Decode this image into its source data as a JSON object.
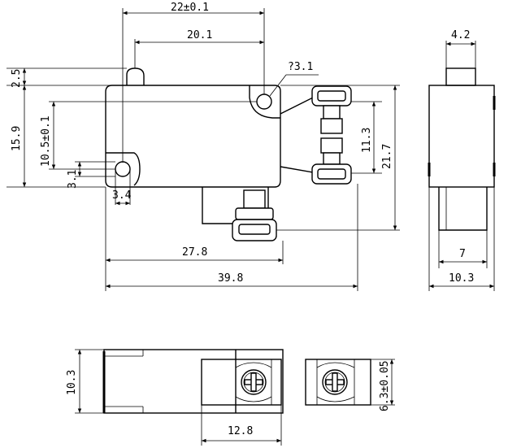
{
  "dimensions": {
    "width_22": "22±0.1",
    "width_20_1": "20.1",
    "hole_dia": "?3.1",
    "dim_4_2": "4.2",
    "dim_2_5": "2.5",
    "dim_15_9": "15.9",
    "dim_10_5": "10.5±0.1",
    "dim_3_1": "3.1",
    "dim_3_4": "3.4",
    "dim_11_3": "11.3",
    "dim_21_7": "21.7",
    "dim_27_8": "27.8",
    "dim_39_8": "39.8",
    "dim_7": "7",
    "dim_10_3_side": "10.3",
    "dim_10_3_bottom": "10.3",
    "dim_6_3": "6.3±0.05",
    "dim_12_8": "12.8"
  }
}
